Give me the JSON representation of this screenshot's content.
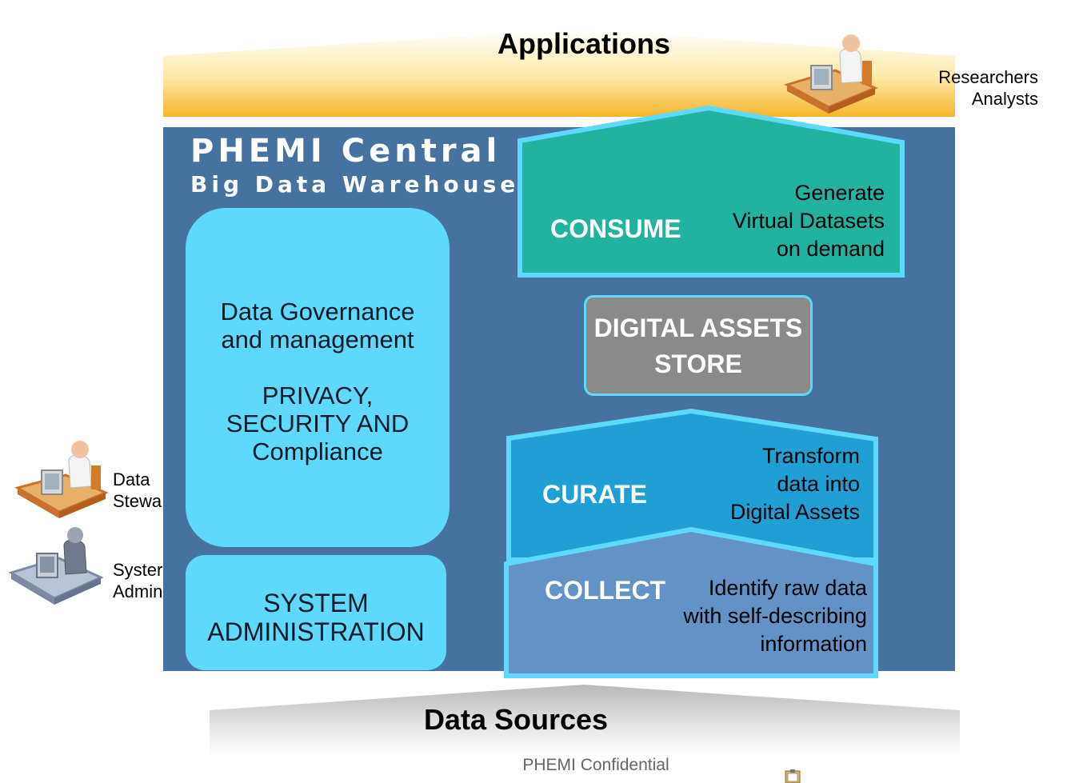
{
  "applications": {
    "title": "Applications"
  },
  "roles": {
    "researchers": [
      "Researchers",
      "Analysts"
    ],
    "data_steward": [
      "Data",
      "Stewa"
    ],
    "system_admin": [
      "Syster",
      "Admin"
    ]
  },
  "platform": {
    "title": "PHEMI Central",
    "subtitle": "Big Data Warehouse",
    "governance": {
      "line1": "Data Governance",
      "line2": "and management",
      "line3": "PRIVACY,",
      "line4": "SECURITY AND",
      "line5": "Compliance"
    },
    "system_administration": {
      "line1": "SYSTEM",
      "line2": "ADMINISTRATION"
    }
  },
  "stages": {
    "consume": {
      "label": "CONSUME",
      "desc": [
        "Generate",
        "Virtual Datasets",
        "on demand"
      ]
    },
    "digital_assets_store": {
      "line1": "DIGITAL ASSETS",
      "line2": "STORE"
    },
    "curate": {
      "label": "CURATE",
      "desc": [
        "Transform",
        "data into",
        "Digital Assets"
      ]
    },
    "collect": {
      "label": "COLLECT",
      "desc": [
        "Identify raw data",
        "with self-describing",
        "information"
      ]
    }
  },
  "data_sources": {
    "title": "Data Sources"
  },
  "footer": {
    "text": "PHEMI Confidential"
  },
  "colors": {
    "platform_bg": "#45729f",
    "governance": "#5fd9fb",
    "consume": "#21b2a0",
    "curate": "#1f9fd4",
    "collect": "#6292c6",
    "store": "#8a8a8a",
    "outline": "#5fd9fb"
  },
  "icons": [
    "person-at-desk-icon",
    "clipboard-icon"
  ]
}
